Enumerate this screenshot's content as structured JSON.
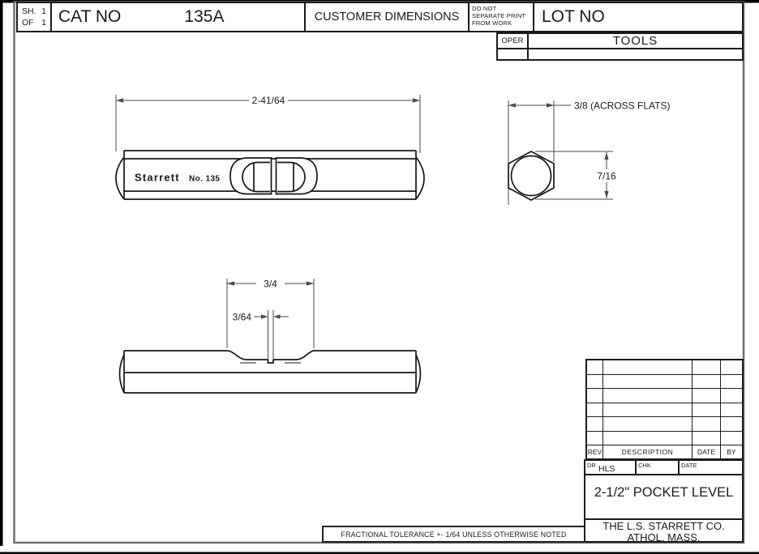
{
  "sheet": {
    "sh_label": "SH.",
    "sh_value": "1",
    "of_label": "OF",
    "of_value": "1"
  },
  "header": {
    "cat_label": "CAT NO",
    "cat_value": "135A",
    "customer_dimensions": "CUSTOMER DIMENSIONS",
    "do_not_note": "DO NOT SEPARATE PRINT FROM WORK",
    "lot_label": "LOT NO",
    "oper_label": "OPER",
    "tools_label": "TOOLS"
  },
  "drawing": {
    "brand_marking": "Starrett",
    "model_marking": "No. 135",
    "dimensions": {
      "overall_length": "2-41/64",
      "across_flats": "3/8  (ACROSS FLATS)",
      "end_height": "7/16",
      "window_width": "3/4",
      "slot_width": "3/64"
    }
  },
  "revision_table": {
    "headers": [
      "REV",
      "DESCRIPTION",
      "DATE",
      "BY"
    ],
    "empty_row_count": 6
  },
  "approval": {
    "dr_label": "DR",
    "dr_value": "HLS",
    "chk_label": "CHK",
    "date_label": "DATE"
  },
  "title_block": {
    "part_title": "2-1/2\" POCKET LEVEL",
    "company_name": "THE L.S. STARRETT CO.",
    "company_location": "ATHOL, MASS."
  },
  "notes": {
    "tolerance_note": "FRACTIONAL TOLERANCE  +- 1/64 UNLESS OTHERWISE NOTED"
  }
}
